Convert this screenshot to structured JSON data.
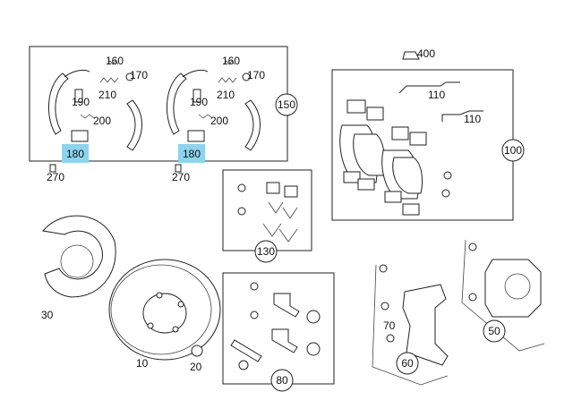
{
  "diagram": {
    "highlight_color": "#8fd3ee",
    "labels": {
      "p160a": "160",
      "p170a": "170",
      "p210a": "210",
      "p190a": "190",
      "p200a": "200",
      "p180a": "180",
      "p160b": "160",
      "p170b": "170",
      "p210b": "210",
      "p190b": "190",
      "p200b": "200",
      "p180b": "180",
      "p270a": "270",
      "p270b": "270",
      "p150": "150",
      "p400": "400",
      "p110a": "110",
      "p110b": "110",
      "p100": "100",
      "p130": "130",
      "p30": "30",
      "p10": "10",
      "p20": "20",
      "p80": "80",
      "p70": "70",
      "p60": "60",
      "p50": "50"
    },
    "highlighted": [
      "180"
    ]
  }
}
